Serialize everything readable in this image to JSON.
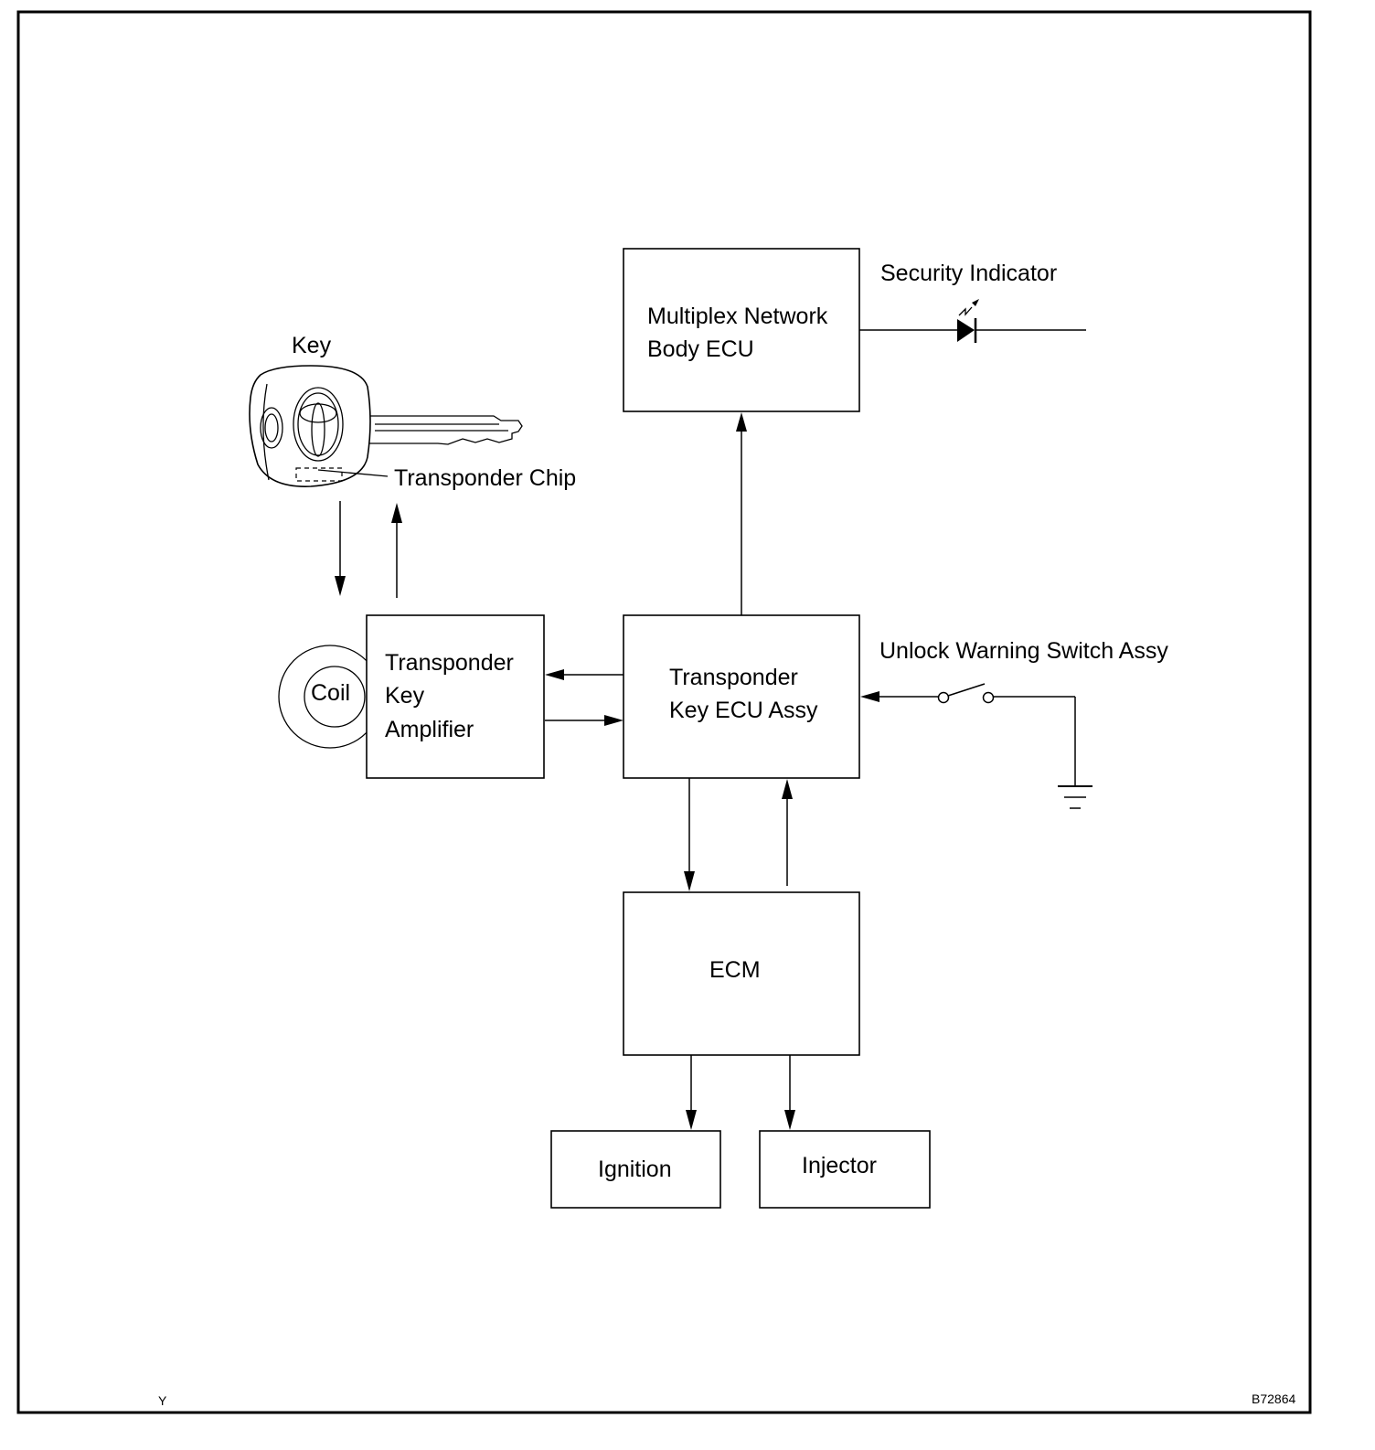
{
  "labels": {
    "key": "Key",
    "transponder_chip": "Transponder Chip",
    "coil": "Coil",
    "security_indicator": "Security Indicator",
    "unlock_switch": "Unlock Warning Switch Assy",
    "footer_left": "Y",
    "figure_code": "B72864"
  },
  "boxes": {
    "body_ecu": [
      "Multiplex Network",
      "Body ECU"
    ],
    "amplifier": [
      "Transponder",
      "Key",
      "Amplifier"
    ],
    "key_ecu": [
      "Transponder",
      "Key ECU Assy"
    ],
    "ecm": "ECM",
    "ignition": "Ignition",
    "injector": "Injector"
  }
}
